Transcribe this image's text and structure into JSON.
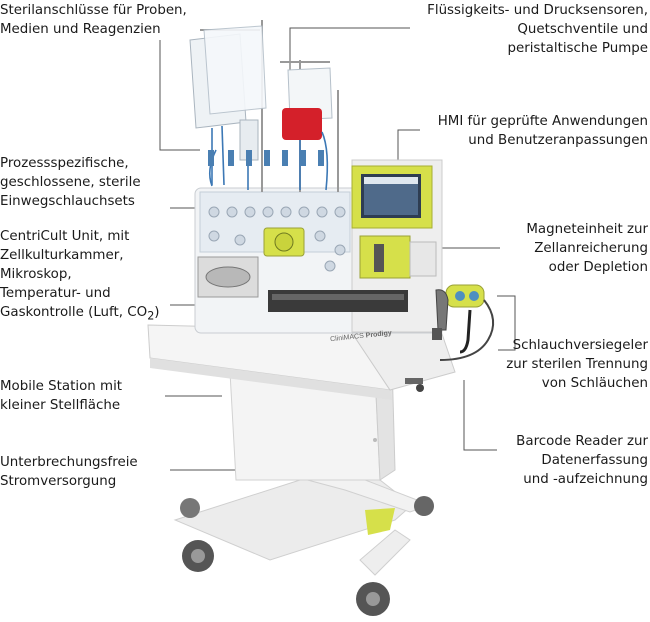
{
  "labels": {
    "sterile_connections": [
      "Sterilanschlüsse für Proben,",
      "Medien und Reagenzien"
    ],
    "sensors_valves": [
      "Flüssigkeits- und Drucksensoren,",
      "Quetschventile und",
      "peristaltische Pumpe"
    ],
    "hmi": [
      "HMI für geprüfte Anwendungen",
      "und Benutzeranpassungen"
    ],
    "tubing_sets": [
      "Prozessspezifische,",
      "geschlossene, sterile",
      "Einwegschlauchsets"
    ],
    "magnet_unit": [
      "Magneteinheit zur",
      "Zellanreicherung",
      "oder Depletion"
    ],
    "centricult": [
      "CentriCult Unit, mit",
      "Zellkulturkammer,",
      "Mikroskop,",
      "Temperatur- und",
      "Gaskontrolle (Luft, CO",
      "2",
      ")"
    ],
    "tube_sealer": [
      "Schlauchversiegeler",
      "zur sterilen Trennung",
      "von Schläuchen"
    ],
    "mobile_station": [
      "Mobile Station mit",
      "kleiner Stellfläche"
    ],
    "barcode_reader": [
      "Barcode Reader zur",
      "Datenerfassung",
      "und -aufzeichnung"
    ],
    "ups": [
      "Unterbrechungsfreie",
      "Stromversorgung"
    ]
  },
  "device": {
    "brand": "CliniMACS",
    "model": "Prodigy"
  },
  "colors": {
    "accent_green": "#d6e04a",
    "bag_red": "#d4202a",
    "body_white": "#f3f3f3",
    "leader_line": "#555555"
  }
}
